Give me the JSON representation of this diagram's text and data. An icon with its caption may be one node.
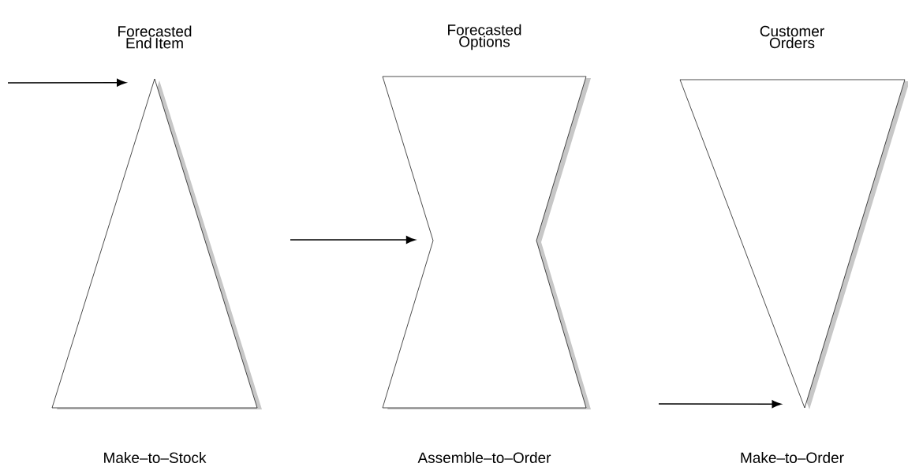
{
  "diagram": {
    "nodes": [
      {
        "text": [
          "Forecasted End Item"
        ],
        "beside": [
          "Make–to–Stock"
        ]
      },
      {
        "text": [
          "Forecasted Options"
        ],
        "beside": [
          "Assemble–to–Order"
        ]
      },
      {
        "text": [
          "Customer Orders"
        ],
        "beside": [
          "Make–to–Order"
        ]
      }
    ],
    "edges": [
      {
        "from": null,
        "to": 0,
        "arrow": "to"
      },
      {
        "from": null,
        "to": 1,
        "arrow": "to"
      },
      {
        "from": null,
        "to": 2,
        "arrow": "to"
      }
    ]
  }
}
